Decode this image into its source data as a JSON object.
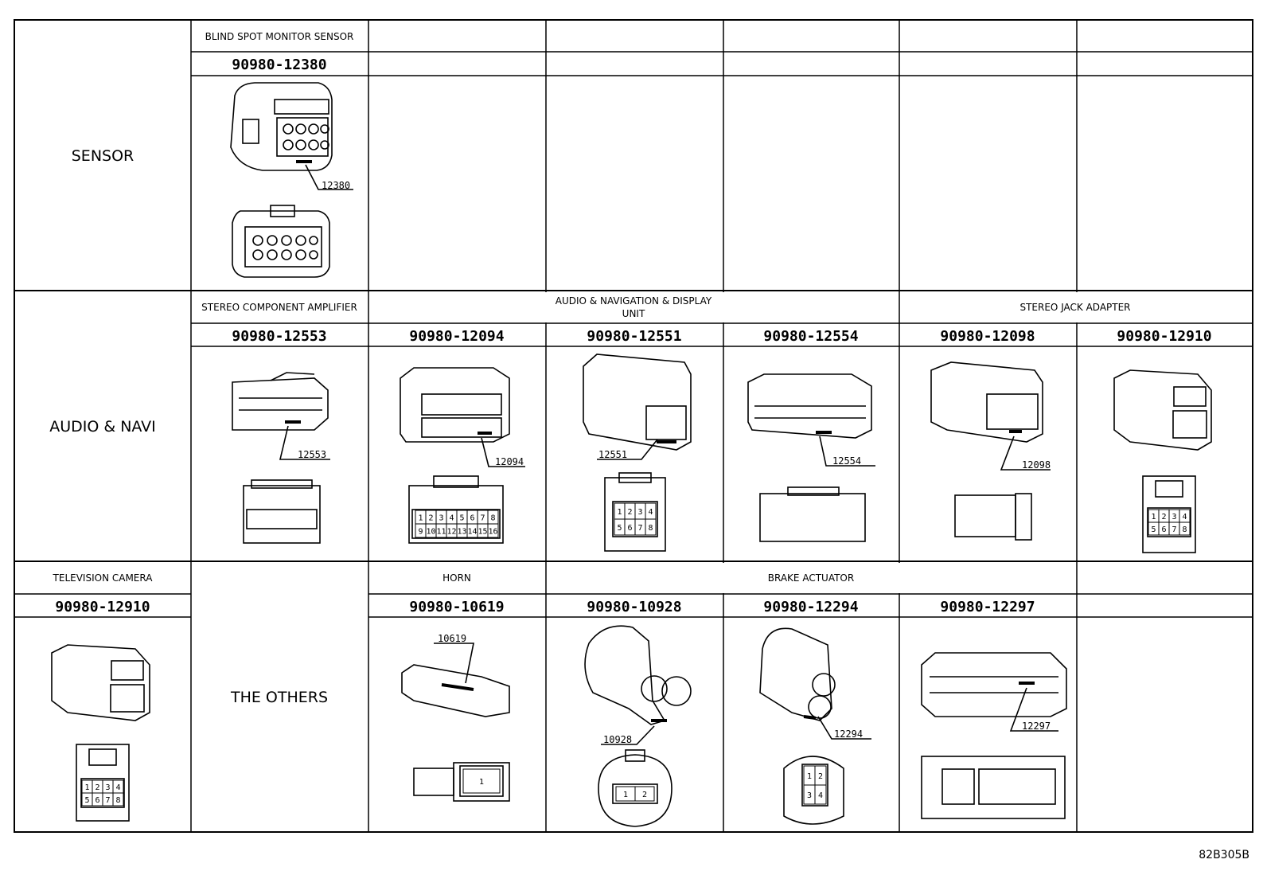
{
  "groups": {
    "sensor": "SENSOR",
    "audio_navi": "AUDIO & NAVI",
    "others": "THE OTHERS"
  },
  "headers": {
    "blind_spot": "BLIND SPOT MONITOR SENSOR",
    "stereo_amp": "STEREO COMPONENT AMPLIFIER",
    "audio_nav_line1": "AUDIO & NAVIGATION & DISPLAY",
    "audio_nav_line2": "UNIT",
    "stereo_jack": "STEREO JACK ADAPTER",
    "tv_camera": "TELEVISION CAMERA",
    "horn": "HORN",
    "brake_actuator": "BRAKE ACTUATOR"
  },
  "parts": {
    "p12380": "90980-12380",
    "p12553": "90980-12553",
    "p12094": "90980-12094",
    "p12551": "90980-12551",
    "p12554": "90980-12554",
    "p12098": "90980-12098",
    "p12910a": "90980-12910",
    "p12910b": "90980-12910",
    "p10619": "90980-10619",
    "p10928": "90980-10928",
    "p12294": "90980-12294",
    "p12297": "90980-12297"
  },
  "callouts": {
    "c12380": "12380",
    "c12553": "12553",
    "c12094": "12094",
    "c12551": "12551",
    "c12554": "12554",
    "c12098": "12098",
    "c10619": "10619",
    "c10928": "10928",
    "c12294": "12294",
    "c12297": "12297"
  },
  "pins": {
    "a": [
      "1",
      "2",
      "3",
      "4",
      "5",
      "6",
      "7",
      "8",
      "9",
      "10",
      "11",
      "12",
      "13",
      "14",
      "15",
      "16"
    ],
    "b": [
      "1",
      "2",
      "3",
      "4",
      "5",
      "6",
      "7",
      "8"
    ],
    "h": [
      "1"
    ],
    "c": [
      "1",
      "2"
    ],
    "d": [
      "1",
      "2",
      "3",
      "4"
    ]
  },
  "footer": "82B305B"
}
